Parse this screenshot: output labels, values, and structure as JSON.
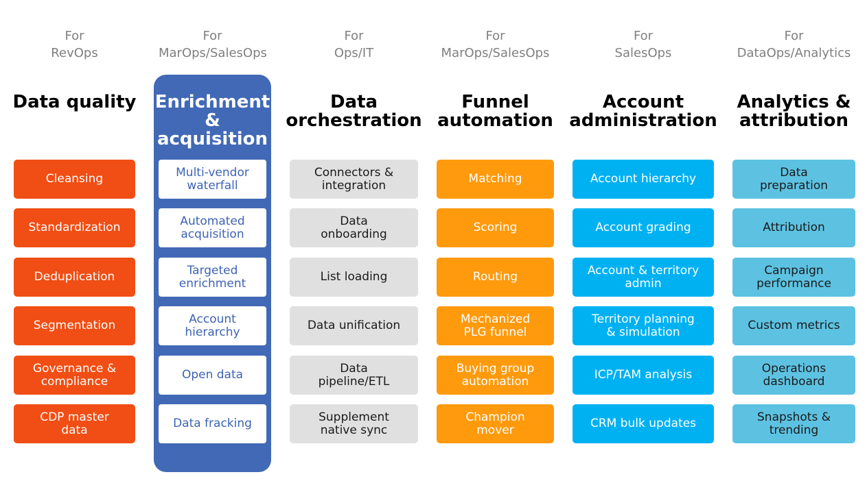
{
  "columns": [
    {
      "for_label": [
        "For",
        "RevOps"
      ],
      "title": [
        "Data quality"
      ],
      "items": [
        [
          "Cleansing"
        ],
        [
          "Standardization"
        ],
        [
          "Deduplication"
        ],
        [
          "Segmentation"
        ],
        [
          "Governance &",
          "compliance"
        ],
        [
          "CDP master",
          "data"
        ]
      ]
    },
    {
      "for_label": [
        "For",
        "MarOps/SalesOps"
      ],
      "title": [
        "Enrichment",
        "&",
        "acquisition"
      ],
      "items": [
        [
          "Multi-vendor",
          "waterfall"
        ],
        [
          "Automated",
          "acquisition"
        ],
        [
          "Targeted",
          "enrichment"
        ],
        [
          "Account",
          "hierarchy"
        ],
        [
          "Open data"
        ],
        [
          "Data fracking"
        ]
      ]
    },
    {
      "for_label": [
        "For",
        "Ops/IT"
      ],
      "title": [
        "Data",
        "orchestration"
      ],
      "items": [
        [
          "Connectors &",
          "integration"
        ],
        [
          "Data",
          "onboarding"
        ],
        [
          "List loading"
        ],
        [
          "Data unification"
        ],
        [
          "Data",
          "pipeline/ETL"
        ],
        [
          "Supplement",
          "native sync"
        ]
      ]
    },
    {
      "for_label": [
        "For",
        "MarOps/SalesOps"
      ],
      "title": [
        "Funnel",
        "automation"
      ],
      "items": [
        [
          "Matching"
        ],
        [
          "Scoring"
        ],
        [
          "Routing"
        ],
        [
          "Mechanized",
          "PLG funnel"
        ],
        [
          "Buying group",
          "automation"
        ],
        [
          "Champion",
          "mover"
        ]
      ]
    },
    {
      "for_label": [
        "For",
        "SalesOps"
      ],
      "title": [
        "Account",
        "administration"
      ],
      "items": [
        [
          "Account hierarchy"
        ],
        [
          "Account grading"
        ],
        [
          "Account & territory",
          "admin"
        ],
        [
          "Territory planning",
          "& simulation"
        ],
        [
          "ICP/TAM analysis"
        ],
        [
          "CRM bulk updates"
        ]
      ]
    },
    {
      "for_label": [
        "For",
        "DataOps/Analytics"
      ],
      "title": [
        "Analytics &",
        "attribution"
      ],
      "items": [
        [
          "Data",
          "preparation"
        ],
        [
          "Attribution"
        ],
        [
          "Campaign",
          "performance"
        ],
        [
          "Custom metrics"
        ],
        [
          "Operations",
          "dashboard"
        ],
        [
          "Snapshots &",
          "trending"
        ]
      ]
    }
  ],
  "colors": {
    "highlight": "#4169b5",
    "data_quality": "#f04e14",
    "enrichment_cards": "#ffffff",
    "orchestration": "#e0e0e0",
    "funnel": "#ff9a0d",
    "account": "#00b1f2",
    "analytics": "#5dc2e2"
  }
}
